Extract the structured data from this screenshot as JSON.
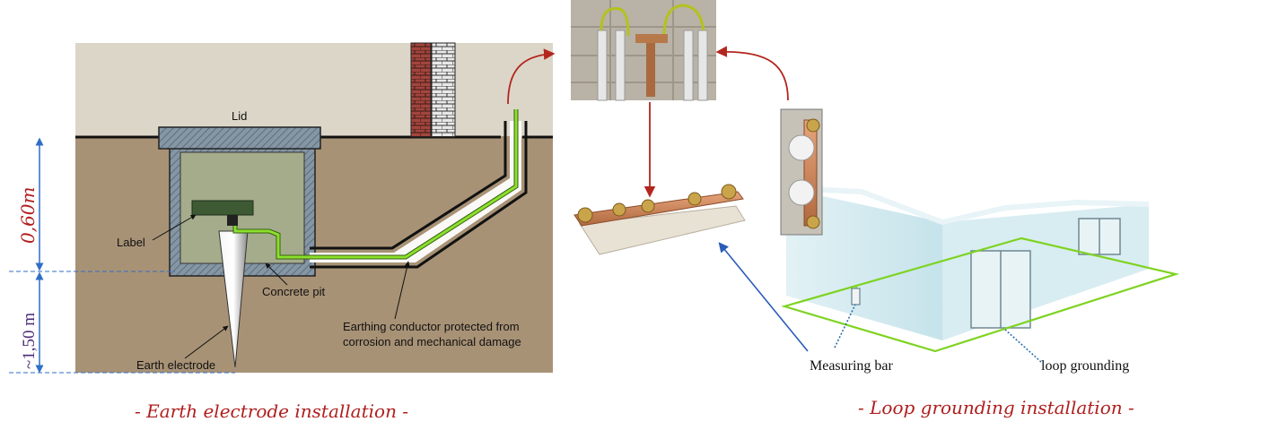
{
  "left_panel": {
    "labels": {
      "lid": "Lid",
      "label": "Label",
      "concrete_pit": "Concrete pit",
      "conductor_line1": "Earthing conductor protected from",
      "conductor_line2": "corrosion and mechanical damage",
      "earth_electrode": "Earth electrode"
    },
    "dimensions": {
      "upper_depth": "0,60m",
      "lower_depth": "~1,50 m"
    },
    "caption": "- Earth electrode installation -"
  },
  "right_panel": {
    "labels": {
      "measuring_bar": "Measuring bar",
      "loop_grounding": "loop grounding"
    },
    "caption": "- Loop grounding installation -"
  },
  "colors": {
    "soil": "#a89276",
    "sky": "#dcd6c9",
    "concrete": "#8596a4",
    "pit_inner": "#a5ac8c",
    "conductor": "#7ed321",
    "arrow_red": "#b3261e",
    "arrow_blue": "#2a5cb8",
    "dim_blue": "#2f6ec7",
    "dim_text": "#b01e1e",
    "dim_text_lower": "#4b2a7a",
    "copper": "#c8845a",
    "wall_glass": "#cfe7ee"
  }
}
